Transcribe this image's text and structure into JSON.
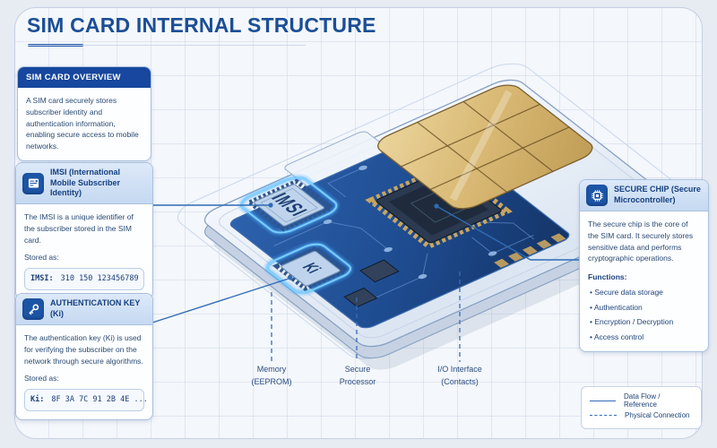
{
  "header": {
    "title": "SIM CARD INTERNAL STRUCTURE"
  },
  "callouts": {
    "overview": {
      "header": "SIM CARD OVERVIEW",
      "body": "A SIM card securely stores subscriber identity and authentication information, enabling secure access to mobile networks."
    },
    "imsi": {
      "icon": "sim-card-icon",
      "title": "IMSI (International Mobile Subscriber Identity)",
      "body": "The IMSI is a unique identifier of the subscriber stored in the SIM card.",
      "stored_as_label": "Stored as:",
      "code_label": "IMSI:",
      "code_value": "310 150 123456789"
    },
    "auth_key": {
      "icon": "key-icon",
      "title": "AUTHENTICATION KEY (Ki)",
      "body": "The authentication key (Ki) is used for verifying the subscriber on the network through secure algorithms.",
      "stored_as_label": "Stored as:",
      "code_label": "Ki:",
      "code_value": "8F 3A 7C 91 2B 4E ..."
    },
    "secure_chip": {
      "icon": "chip-icon",
      "title": "SECURE CHIP (Secure Microcontroller)",
      "body": "The secure chip is the core of the SIM card. It securely stores sensitive data and performs cryptographic operations.",
      "functions_label": "Functions:",
      "functions": [
        "Secure data storage",
        "Authentication",
        "Encryption / Decryption",
        "Access control"
      ]
    }
  },
  "diagram": {
    "chip_labels": {
      "imsi": "IMSI",
      "ki": "Ki"
    },
    "component_labels": {
      "memory": {
        "line1": "Memory",
        "line2": "(EEPROM)"
      },
      "processor": {
        "line1": "Secure",
        "line2": "Processor"
      },
      "io": {
        "line1": "I/O Interface",
        "line2": "(Contacts)"
      }
    }
  },
  "legend": {
    "solid_label": "Data Flow / Reference",
    "dashed_label": "Physical Connection"
  },
  "colors": {
    "accent_blue": "#1d55a6",
    "header_dark_blue": "#17479e",
    "navy_text": "#17427e",
    "connector": "#2f6cb5",
    "glow": "#4db4ff",
    "gold": "#d4b06a",
    "pcb_blue": "#1e4b8f"
  }
}
